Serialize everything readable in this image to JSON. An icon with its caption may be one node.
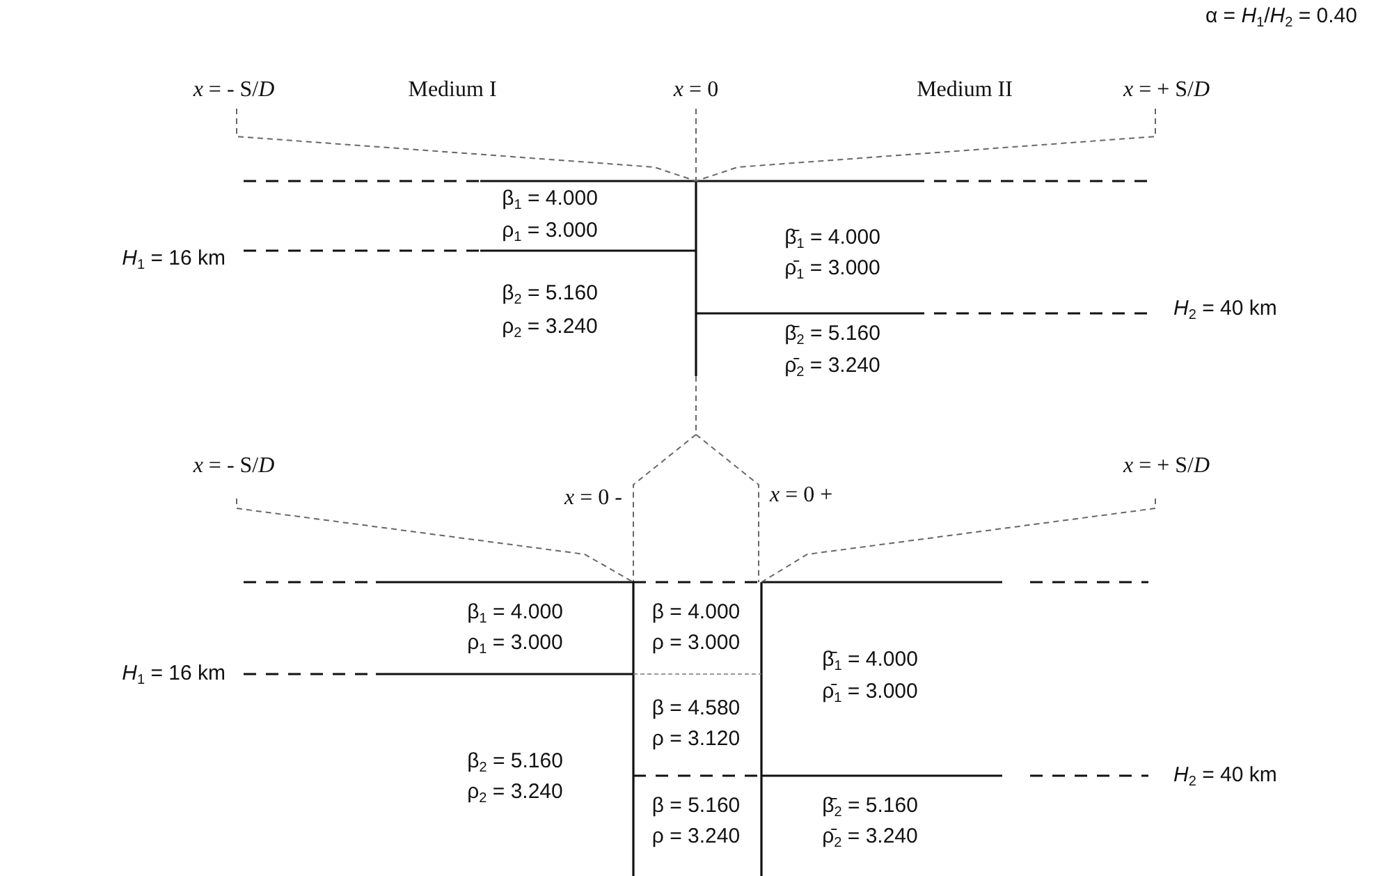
{
  "diagram": {
    "labels": [
      "α = *H*$_{1}$/*H*$_{2}$ = 0.40",
      "*x* = - S/*D*",
      "Medium I",
      "*x* = 0",
      "Medium II",
      "*x* = + S/*D*",
      "β$_{1}$ = 4.000",
      "ρ$_{1}$ = 3.000",
      "β̄$_{1}$ = 4.000",
      "*H*$_{1}$ = 16 km",
      "ρ̄$_{1}$ = 3.000",
      "β$_{2}$ = 5.160",
      "*H*$_{2}$ = 40 km",
      "ρ$_{2}$ = 3.240",
      "β̄$_{2}$ = 5.160",
      "ρ̄$_{2}$ = 3.240",
      "*x* = - S/*D*",
      "*x* = + S/*D*",
      "*x* = 0 -",
      "*x* = 0 +",
      "β$_{1}$ = 4.000",
      "β = 4.000",
      "ρ$_{1}$ = 3.000",
      "ρ = 3.000",
      "β̄$_{1}$ = 4.000",
      "*H*$_{1}$ = 16 km",
      "ρ̄$_{1}$ = 3.000",
      "β = 4.580",
      "ρ = 3.120",
      "β$_{2}$ = 5.160",
      "*H*$_{2}$ = 40 km",
      "ρ$_{2}$ = 3.240",
      "β = 5.160",
      "β̄$_{2}$ = 5.160",
      "ρ = 3.240",
      "ρ̄$_{2}$ = 3.240"
    ]
  }
}
